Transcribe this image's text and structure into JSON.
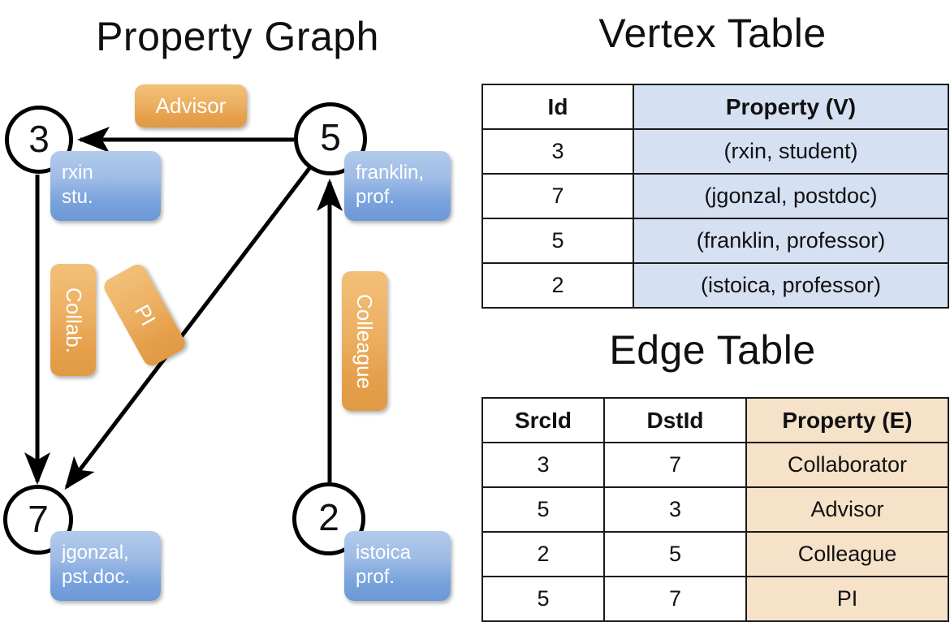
{
  "titles": {
    "property_graph": "Property Graph",
    "vertex_table": "Vertex Table",
    "edge_table": "Edge Table"
  },
  "graph": {
    "nodes": [
      {
        "id": "3",
        "property": "rxin\nstu."
      },
      {
        "id": "5",
        "property": "franklin,\nprof."
      },
      {
        "id": "7",
        "property": "jgonzal,\npst.doc."
      },
      {
        "id": "2",
        "property": "istoica\nprof."
      }
    ],
    "edge_labels": [
      {
        "name": "advisor",
        "text": "Advisor"
      },
      {
        "name": "collab",
        "text": "Collab."
      },
      {
        "name": "pi",
        "text": "PI"
      },
      {
        "name": "colleague",
        "text": "Colleague"
      }
    ]
  },
  "vertex_table": {
    "headers": [
      "Id",
      "Property (V)"
    ],
    "rows": [
      {
        "id": "3",
        "property": "(rxin, student)"
      },
      {
        "id": "7",
        "property": "(jgonzal, postdoc)"
      },
      {
        "id": "5",
        "property": "(franklin, professor)"
      },
      {
        "id": "2",
        "property": "(istoica, professor)"
      }
    ]
  },
  "edge_table": {
    "headers": [
      "SrcId",
      "DstId",
      "Property (E)"
    ],
    "rows": [
      {
        "src": "3",
        "dst": "7",
        "property": "Collaborator"
      },
      {
        "src": "5",
        "dst": "3",
        "property": "Advisor"
      },
      {
        "src": "2",
        "dst": "5",
        "property": "Colleague"
      },
      {
        "src": "5",
        "dst": "7",
        "property": "PI"
      }
    ]
  },
  "colors": {
    "vertex_property_bg": "#d6e0f3",
    "edge_property_bg": "#f6e1c9",
    "node_bubble_blue": "#7ba4dd",
    "edge_label_orange": "#e6a04c",
    "stroke": "#111111"
  }
}
